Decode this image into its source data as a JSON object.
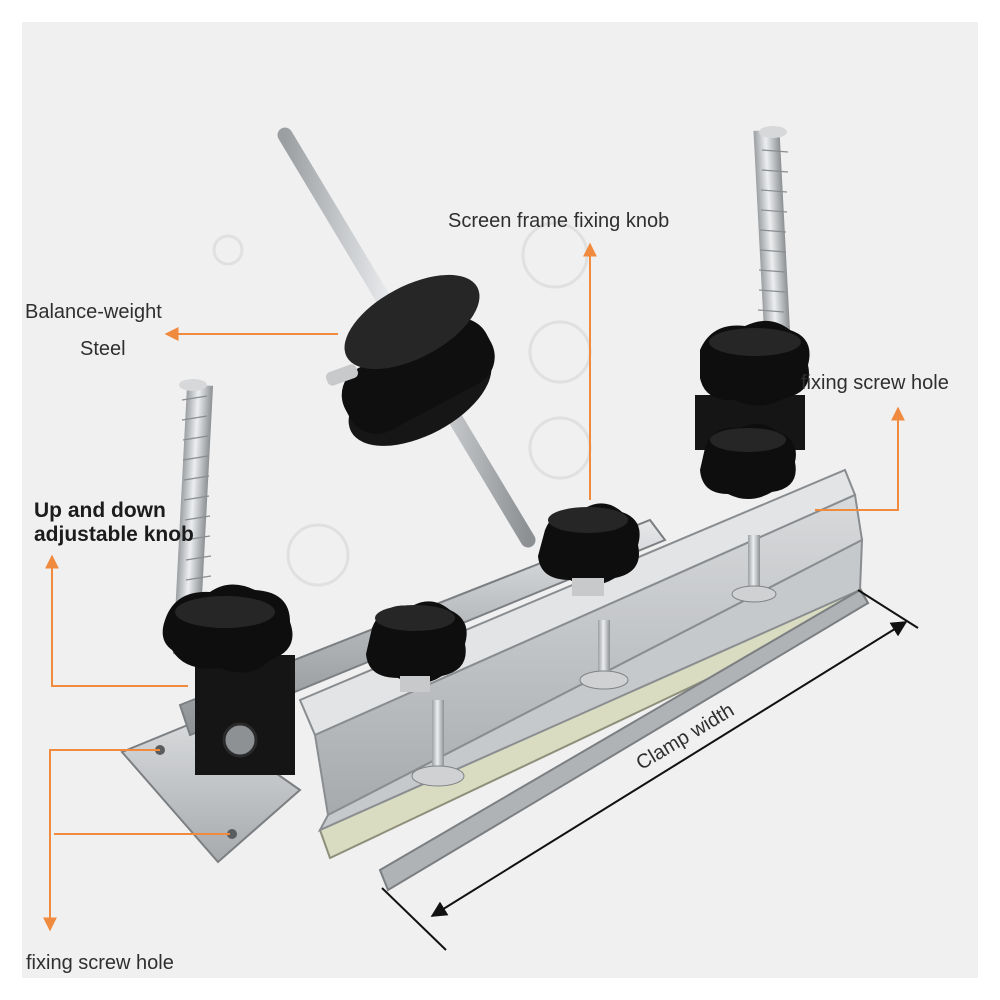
{
  "labels": {
    "screen_frame_knob": "Screen frame fixing knob",
    "balance_weight_line1": "Balance-weight",
    "balance_weight_line2": "Steel",
    "fixing_hole_right": "fixing screw hole",
    "up_down_knob_line1": "Up and down",
    "up_down_knob_line2": "adjustable knob",
    "fixing_hole_bottom": "fixing screw hole",
    "clamp_width": "Clamp width"
  },
  "colors": {
    "background": "#f0f0f0",
    "metal": "#b9bcbf",
    "knob": "#111111",
    "arrow": "#f08a3e",
    "text": "#2f2f2f"
  }
}
